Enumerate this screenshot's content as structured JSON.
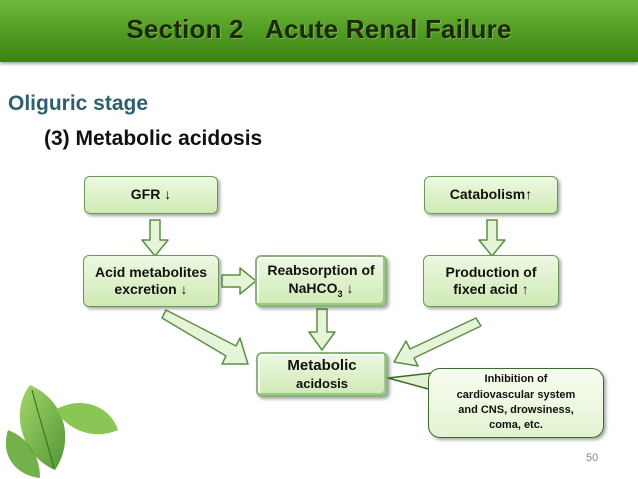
{
  "header": {
    "title": "Section 2   Acute Renal Failure"
  },
  "subtitle": "Oliguric stage",
  "subheading": "(3) Metabolic acidosis",
  "nodes": {
    "gfr": "GFR ↓",
    "catabolism": "Catabolism↑",
    "acid_metabolites_line1": "Acid metabolites",
    "acid_metabolites_line2": "excretion ↓",
    "reabsorption_line1": "Reabsorption of",
    "reabsorption_chem": "NaHCO",
    "reabsorption_sub": "3",
    "reabsorption_arrow": " ↓",
    "production_line1": "Production of",
    "production_line2": "fixed acid ↑",
    "metabolic_line1": "Metabolic",
    "metabolic_line2": "acidosis"
  },
  "callout": {
    "line1": "Inhibition of",
    "line2": "cardiovascular system",
    "line3": "and CNS, drowsiness,",
    "line4": "coma, etc."
  },
  "slide_number": "50",
  "colors": {
    "header_green": "#4f9a22",
    "box_fill": "#d6eebf",
    "subtitle": "#2f5f6e"
  }
}
